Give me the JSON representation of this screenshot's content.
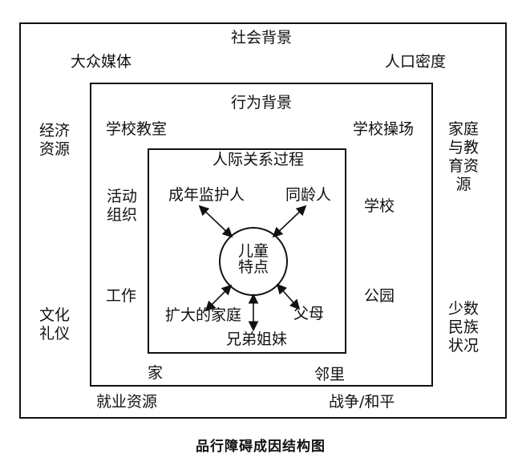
{
  "outer": {
    "title": "社会背景",
    "top_left": "大众媒体",
    "top_right": "人口密度",
    "left_upper": "经济\n资源",
    "left_lower": "文化\n礼仪",
    "right_upper": "家庭\n与教\n育资\n源",
    "right_lower": "少数\n民族\n状况",
    "bottom_left": "就业资源",
    "bottom_right": "战争/和平"
  },
  "middle": {
    "title": "行为背景",
    "top_left": "学校教室",
    "top_right": "学校操场",
    "left_upper": "活动\n组织",
    "left_lower": "工作",
    "right_upper": "学校",
    "right_lower": "公园",
    "bottom_left": "家",
    "bottom_right": "邻里"
  },
  "inner": {
    "title": "人际关系过程",
    "top_left": "成年监护人",
    "top_right": "同龄人",
    "bottom_left": "扩大的家庭",
    "bottom_right": "父母",
    "bottom": "兄弟姐妹"
  },
  "core": {
    "label_line1": "儿童",
    "label_line2": "特点"
  },
  "caption": "品行障碍成因结构图"
}
